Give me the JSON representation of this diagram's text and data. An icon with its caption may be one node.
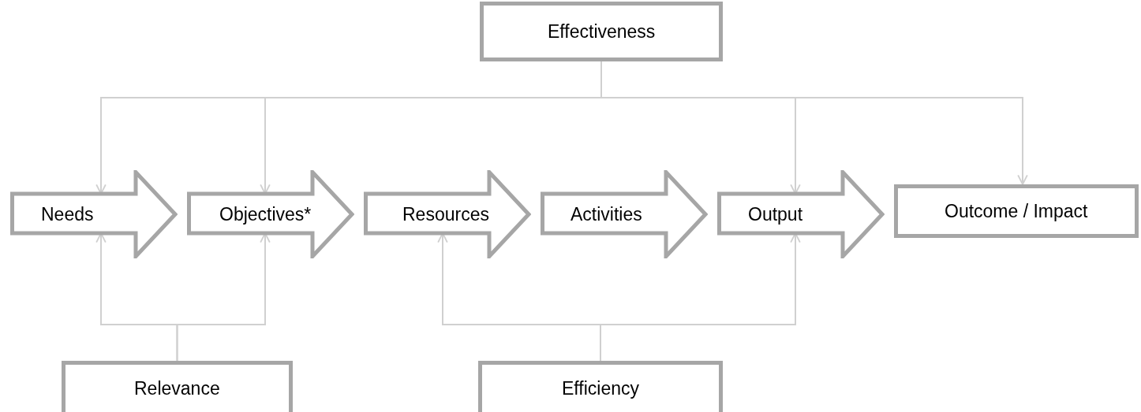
{
  "diagram": {
    "nodes": [
      {
        "text": [
          "Effectiveness"
        ]
      },
      {
        "text": [
          "Needs"
        ]
      },
      {
        "text": [
          "Objectives*"
        ]
      },
      {
        "text": [
          "Resources"
        ]
      },
      {
        "text": [
          "Activities"
        ]
      },
      {
        "text": [
          "Output"
        ]
      },
      {
        "text": [
          "Outcome / Impact"
        ]
      },
      {
        "text": [
          "Relevance"
        ]
      },
      {
        "text": [
          "Efficiency"
        ]
      }
    ],
    "edges": [
      {
        "from": 0,
        "to": 1,
        "arrow": "to"
      },
      {
        "from": 0,
        "to": 2,
        "arrow": "to"
      },
      {
        "from": 0,
        "to": 5,
        "arrow": "to"
      },
      {
        "from": 0,
        "to": 6,
        "arrow": "to"
      },
      {
        "from": 7,
        "to": 1,
        "arrow": "to"
      },
      {
        "from": 7,
        "to": 2,
        "arrow": "to"
      },
      {
        "from": 8,
        "to": 3,
        "arrow": "to"
      },
      {
        "from": 8,
        "to": 5,
        "arrow": "to"
      }
    ]
  }
}
